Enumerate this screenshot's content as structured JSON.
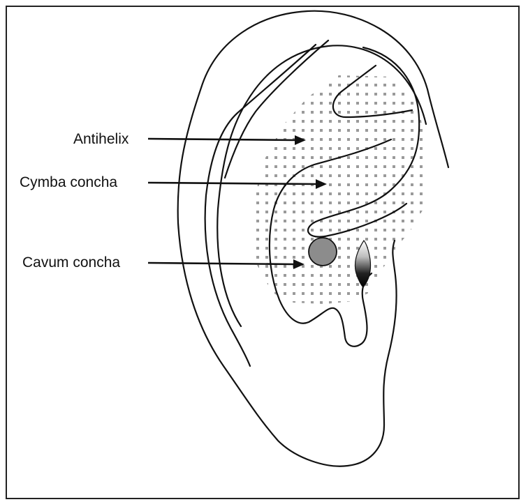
{
  "labels": {
    "antihelix": "Antihelix",
    "cymba_concha": "Cymba concha",
    "cavum_concha": "Cavum concha"
  },
  "colors": {
    "line": "#111111",
    "dots": "#9a9a9a",
    "marker": "#8c8c8c",
    "background": "#ffffff"
  },
  "icons": {
    "ear": "ear-outline-icon",
    "electrode": "electrode-dot-icon",
    "needle": "needle-icon"
  }
}
